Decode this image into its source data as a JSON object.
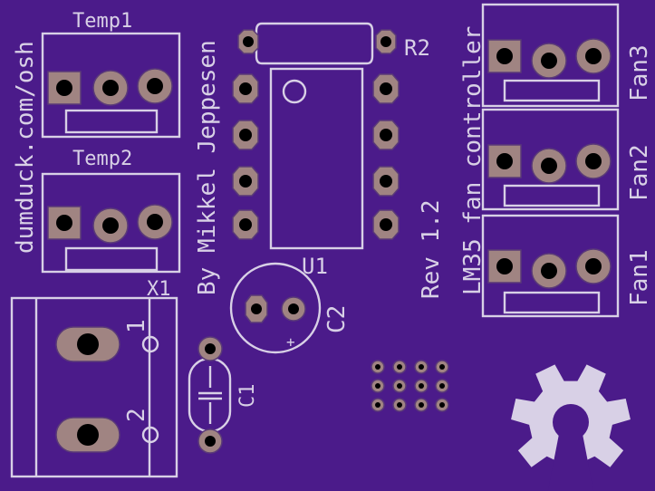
{
  "colors": {
    "board": "#4b1b8a",
    "silkscreen": "#d8d0e6",
    "copper_pad": "#a08482",
    "drill": "#000000"
  },
  "labels": {
    "temp1": "Temp1",
    "temp2": "Temp2",
    "x1": "X1",
    "r2": "R2",
    "u1": "U1",
    "c1": "C1",
    "c2": "C2",
    "fan1": "Fan1",
    "fan2": "Fan2",
    "fan3": "Fan3",
    "pin1": "1",
    "pin2": "2",
    "polarity": "+",
    "url": "dumduck.com/osh",
    "author": "By Mikkel Jeppesen",
    "revision": "Rev 1.2",
    "title": "LM35 fan controller"
  },
  "icons": {
    "logo": "open-source-hardware-gear-icon"
  }
}
